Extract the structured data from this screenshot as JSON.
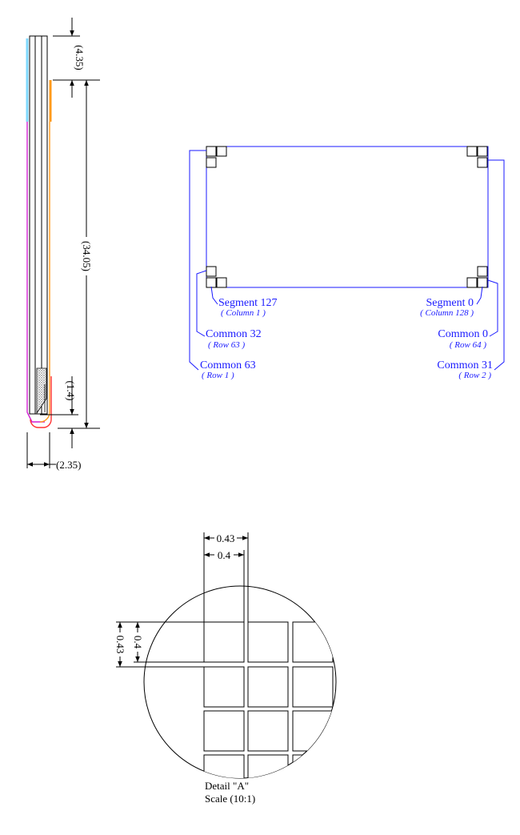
{
  "side_view": {
    "dim_top": "(4.35)",
    "dim_height": "(34.05)",
    "dim_bottom": "(1.4)",
    "dim_width": "(2.35)"
  },
  "front_view": {
    "segment_left": "Segment 127",
    "segment_left_sub": "( Column 1 )",
    "segment_right": "Segment 0",
    "segment_right_sub": "( Column 128 )",
    "common_left_mid": "Common 32",
    "common_left_mid_sub": "( Row 63 )",
    "common_right_mid": "Common 0",
    "common_right_mid_sub": "( Row 64 )",
    "common_left_bottom": "Common 63",
    "common_left_bottom_sub": "( Row 1 )",
    "common_right_bottom": "Common 31",
    "common_right_bottom_sub": "( Row 2 )"
  },
  "detail": {
    "pitch_h": "0.43",
    "size_h": "0.4",
    "pitch_v": "0.43",
    "size_v": "0.4",
    "title": "Detail \"A\"",
    "scale": "Scale (10:1)"
  },
  "colors": {
    "drawing": "#000000",
    "blue": "#1a1aff",
    "cyan": "#7fd8ff",
    "magenta": "#d21ed2",
    "orange": "#ff9a1a",
    "red": "#ff3030"
  }
}
